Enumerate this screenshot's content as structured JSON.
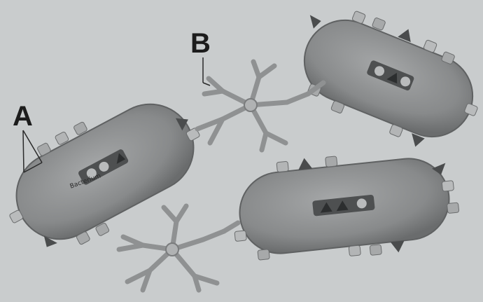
{
  "labels": {
    "a": "A",
    "b": "B"
  },
  "cells": [
    {
      "id": "cell-1",
      "text": "Bacterium"
    },
    {
      "id": "cell-2",
      "text": ""
    },
    {
      "id": "cell-3",
      "text": ""
    }
  ],
  "colors": {
    "background": "#c9cccd",
    "cell_body": "#8b8d8e",
    "cell_shadow": "#6e7071",
    "antigen_square": "#a7a9aa",
    "antigen_triangle": "#4a4c4d",
    "antibody": "#8f9192",
    "label": "#1c1c1c"
  }
}
